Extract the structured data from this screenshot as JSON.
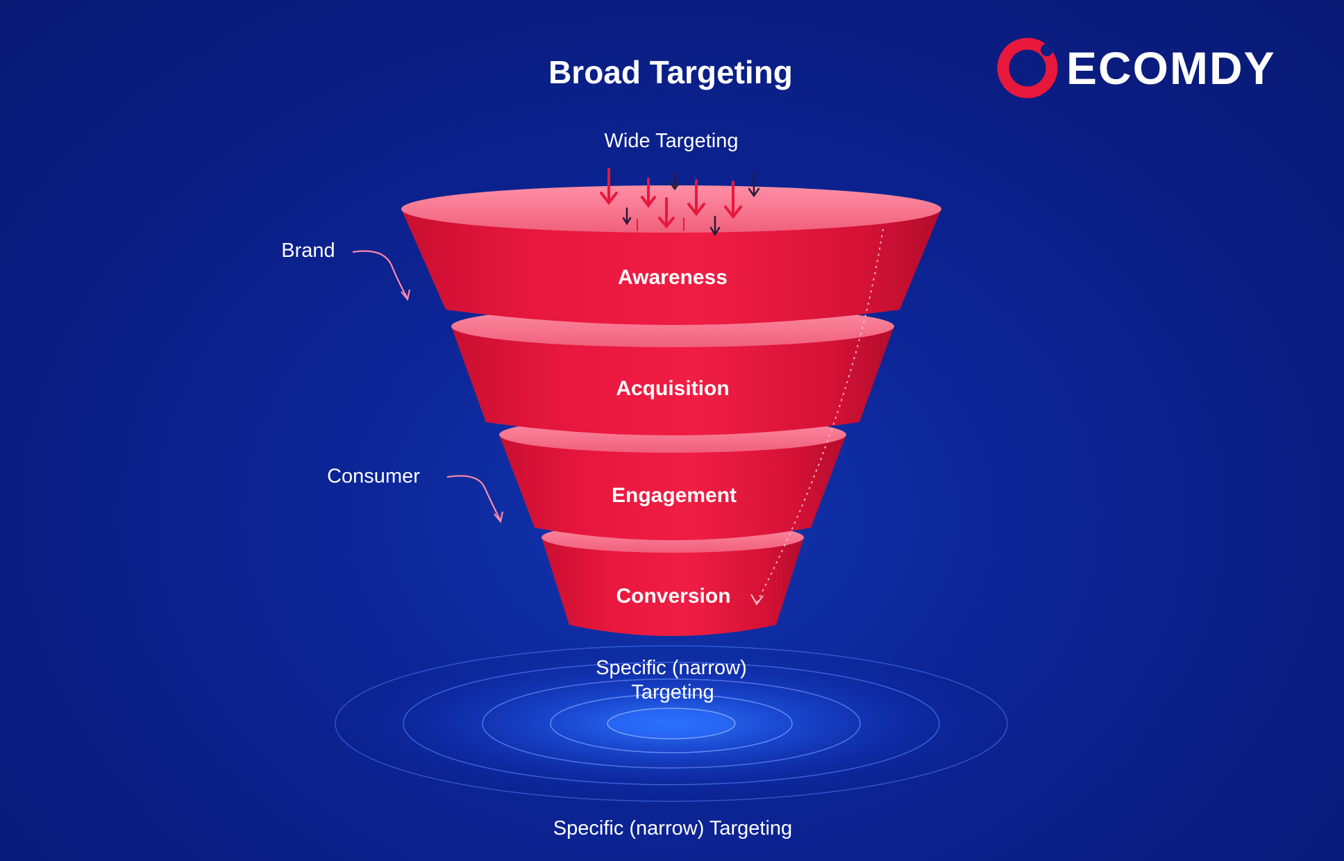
{
  "diagram": {
    "title": "Broad Targeting",
    "top_label": "Wide Targeting",
    "side_labels": {
      "brand": "Brand",
      "consumer": "Consumer"
    },
    "stages": [
      {
        "id": "awareness",
        "label": "Awareness"
      },
      {
        "id": "acquisition",
        "label": "Acquisition"
      },
      {
        "id": "engagement",
        "label": "Engagement"
      },
      {
        "id": "conversion",
        "label": "Conversion"
      }
    ],
    "target_label_line1": "Specific (narrow)",
    "target_label_line2": "Targeting",
    "footer_label": "Specific (narrow) Targeting"
  },
  "brand": {
    "logo_text": "ECOMDY",
    "logo_icon": "ecomdy-logo-icon",
    "accent_color": "#e8183c"
  },
  "colors": {
    "background": "#0b1f86",
    "funnel_red": "#e3173a",
    "funnel_rim": "#ff7d96",
    "text": "#ffffff",
    "arrow_pink": "#ff8aa8"
  }
}
